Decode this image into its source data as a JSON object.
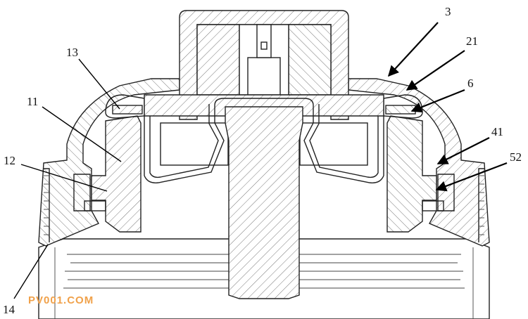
{
  "labels": {
    "l3": "3",
    "l21": "21",
    "l6": "6",
    "l41": "41",
    "l52": "52",
    "l13": "13",
    "l11": "11",
    "l12": "12",
    "l14": "14"
  },
  "watermark": "PV001.COM",
  "colors": {
    "watermark": "#f0a14a",
    "line": "#222222"
  }
}
